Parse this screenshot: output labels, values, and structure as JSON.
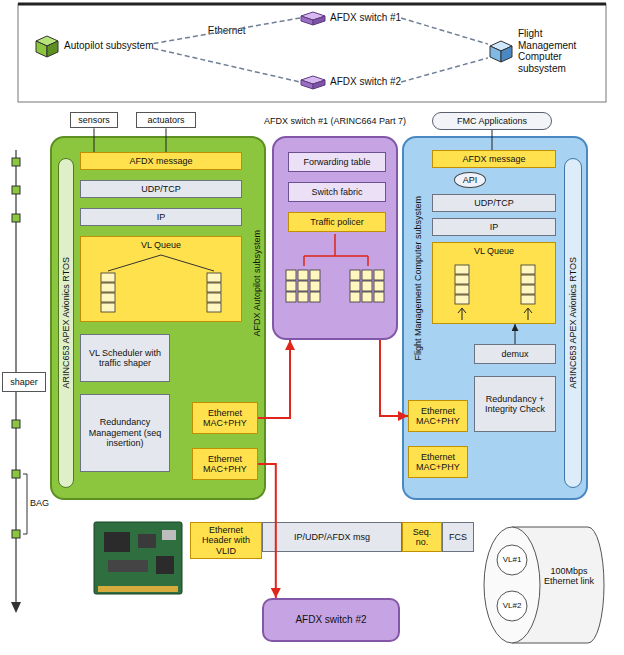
{
  "diagram": {
    "nodes": [
      {
        "text": [
          "Autopilot subsystem"
        ]
      },
      {
        "text": [
          "AFDX switch #1"
        ]
      },
      {
        "text": [
          "AFDX switch #2"
        ]
      },
      {
        "text": [
          "Flight Management Computer subsystem"
        ]
      },
      {
        "text": [
          "sensors"
        ]
      },
      {
        "text": [
          "actuators"
        ]
      },
      {
        "text": [
          "AFDX switch #1 (ARINC664 Part 7)"
        ]
      },
      {
        "text": [
          "FMC Applications"
        ]
      },
      {
        "text": [
          "AFDX Autopilot subsystem"
        ]
      },
      {
        "text": [
          "ARINC653 APEX Avionics RTOS"
        ],
        "in": 8
      },
      {
        "text": [
          "AFDX message"
        ],
        "in": 8
      },
      {
        "text": [
          "UDP/TCP"
        ],
        "in": 8
      },
      {
        "text": [
          "IP"
        ],
        "in": 8
      },
      {
        "text": [
          "VL Queue"
        ],
        "in": 8
      },
      {
        "text": [
          "VL Scheduler with traffic shaper"
        ],
        "in": 8
      },
      {
        "text": [
          "Redundancy Management (seq insertion)"
        ],
        "in": 8
      },
      {
        "text": [
          "Ethernet MAC+PHY"
        ],
        "in": 8
      },
      {
        "text": [
          "Ethernet MAC+PHY"
        ],
        "in": 8
      },
      {
        "text": [
          "Forwarding table"
        ],
        "in": 6
      },
      {
        "text": [
          "Switch fabric"
        ],
        "in": 6
      },
      {
        "text": [
          "Traffic policer"
        ],
        "in": 6
      },
      {
        "text": [
          "Flight Management Computer subsystem"
        ]
      },
      {
        "text": [
          "ARINC653 APEX Avionics RTOS"
        ],
        "in": 21
      },
      {
        "text": [
          "AFDX message"
        ],
        "in": 21
      },
      {
        "text": [
          "API"
        ],
        "in": 21
      },
      {
        "text": [
          "UDP/TCP"
        ],
        "in": 21
      },
      {
        "text": [
          "IP"
        ],
        "in": 21
      },
      {
        "text": [
          "VL Queue"
        ],
        "in": 21
      },
      {
        "text": [
          "demux"
        ],
        "in": 21
      },
      {
        "text": [
          "Redundancy + Integrity Check"
        ],
        "in": 21
      },
      {
        "text": [
          "Ethernet MAC+PHY"
        ],
        "in": 21
      },
      {
        "text": [
          "Ethernet MAC+PHY"
        ],
        "in": 21
      },
      {
        "text": [
          "shaper"
        ]
      },
      {
        "text": [
          "Ethernet Header with VLID"
        ]
      },
      {
        "text": [
          "IP/UDP/AFDX msg"
        ]
      },
      {
        "text": [
          "Seq. no."
        ]
      },
      {
        "text": [
          "FCS"
        ]
      },
      {
        "text": [
          "AFDX switch #2"
        ]
      }
    ],
    "edges": [
      {
        "from": 0,
        "to": 1,
        "arrow": "none",
        "label": "Ethernet"
      },
      {
        "from": 0,
        "to": 2,
        "arrow": "none"
      },
      {
        "from": 1,
        "to": 3,
        "arrow": "none"
      },
      {
        "from": 2,
        "to": 3,
        "arrow": "none"
      },
      {
        "from": 4,
        "to": 10,
        "arrow": "none"
      },
      {
        "from": 5,
        "to": 10,
        "arrow": "none"
      },
      {
        "from": 7,
        "to": 23,
        "arrow": "none"
      },
      {
        "from": 16,
        "to": 6,
        "arrow": "to"
      },
      {
        "from": 6,
        "to": 30,
        "arrow": "to"
      },
      {
        "from": 17,
        "to": 37,
        "arrow": "to"
      },
      {
        "from": 28,
        "to": 27,
        "arrow": "to"
      }
    ],
    "labels": [
      "BAG",
      "100Mbps Ethernet link",
      "VL#1",
      "VL#2"
    ]
  }
}
